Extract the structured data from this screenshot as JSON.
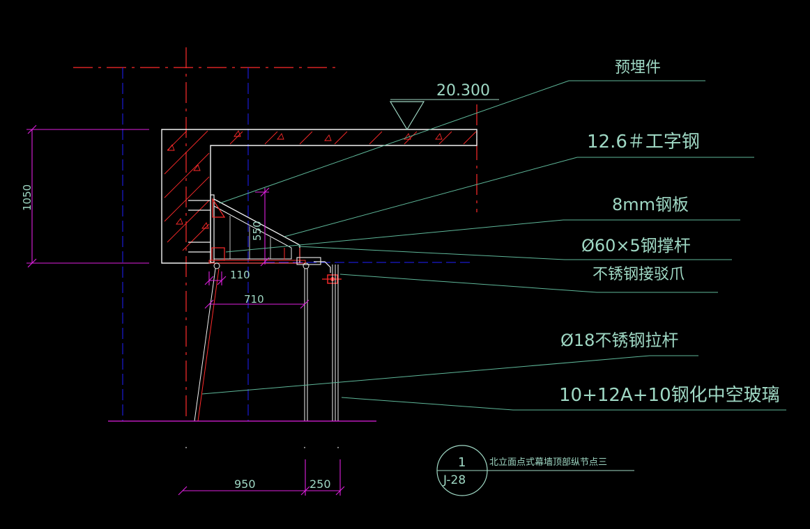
{
  "elevation": {
    "value": "20.300"
  },
  "labels": {
    "embed": "预埋件",
    "ibeam": "12.6＃工字钢",
    "plate": "8mm钢板",
    "strut": "Ø60×5钢撑杆",
    "claw": "不锈钢接驳爪",
    "rod": "Ø18不锈钢拉杆",
    "glass": "10+12A+10钢化中空玻璃"
  },
  "dimensions": {
    "d1050": "1050",
    "d550": "550",
    "d110": "110",
    "d710": "710",
    "d950": "950",
    "d250": "250"
  },
  "title_block": {
    "number": "1",
    "sheet": "J-28",
    "title": "北立面点式幕墙顶部纵节点三"
  },
  "colors": {
    "background": "#000000",
    "leader": "#5fb89a",
    "text": "#9fd8c4",
    "structure": "#ff2b2b",
    "dimension": "#e020e0",
    "axis_blue": "#2020ff",
    "white": "#f2f2f2"
  }
}
